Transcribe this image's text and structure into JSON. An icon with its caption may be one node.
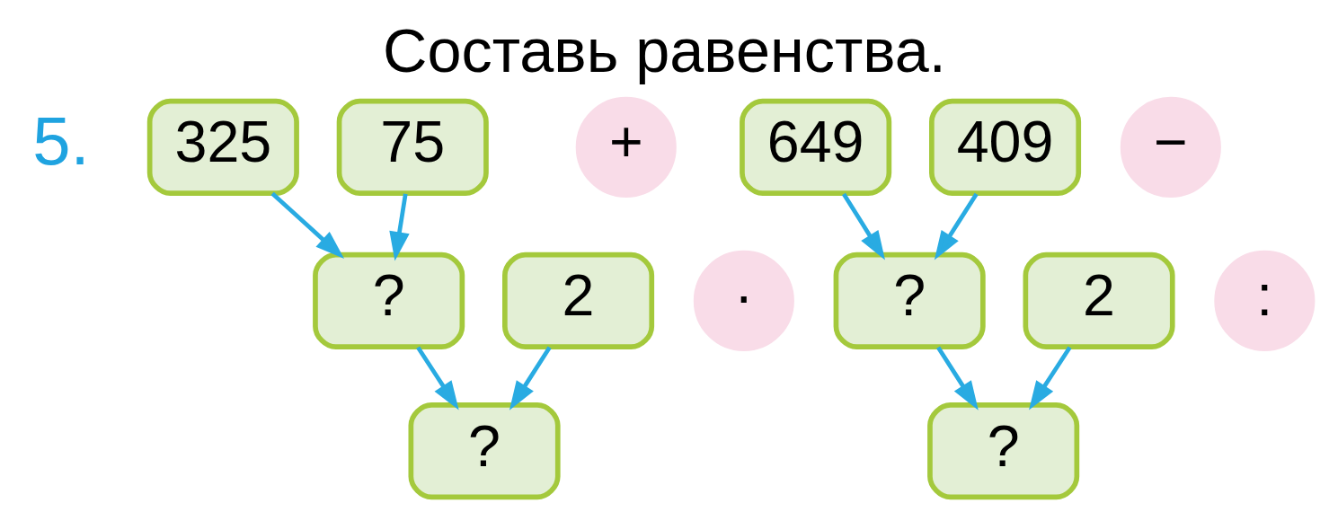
{
  "diagram": {
    "title": "Составь равенства.",
    "nodes": [
      {
        "text": [
          "325"
        ]
      },
      {
        "text": [
          "+"
        ]
      },
      {
        "text": [
          "75"
        ]
      },
      {
        "text": [
          "?"
        ]
      },
      {
        "text": [
          "·"
        ]
      },
      {
        "text": [
          "2"
        ]
      },
      {
        "text": [
          "?"
        ]
      },
      {
        "text": [
          "649"
        ]
      },
      {
        "text": [
          "−"
        ]
      },
      {
        "text": [
          "409"
        ]
      },
      {
        "text": [
          "?"
        ]
      },
      {
        "text": [
          ":"
        ]
      },
      {
        "text": [
          "2"
        ]
      },
      {
        "text": [
          "?"
        ]
      }
    ],
    "edges": [
      {
        "from": 0,
        "to": 3,
        "arrow": "to"
      },
      {
        "from": 2,
        "to": 3,
        "arrow": "to"
      },
      {
        "from": 3,
        "to": 6,
        "arrow": "to"
      },
      {
        "from": 5,
        "to": 6,
        "arrow": "to"
      },
      {
        "from": 7,
        "to": 10,
        "arrow": "to"
      },
      {
        "from": 9,
        "to": 10,
        "arrow": "to"
      },
      {
        "from": 10,
        "to": 13,
        "arrow": "to"
      },
      {
        "from": 12,
        "to": 13,
        "arrow": "to"
      }
    ],
    "labels": [
      "5."
    ]
  }
}
